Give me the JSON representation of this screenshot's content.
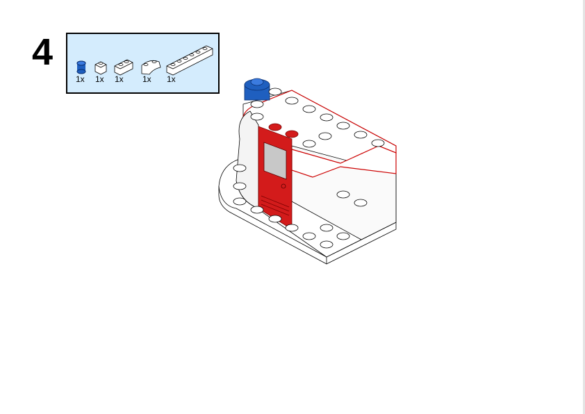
{
  "step": {
    "number": "4"
  },
  "parts_list": [
    {
      "name": "round-brick-1x1",
      "color": "#1f5fbf",
      "quantity": "1x"
    },
    {
      "name": "brick-1x1",
      "color": "#ffffff",
      "quantity": "1x"
    },
    {
      "name": "brick-1x2",
      "color": "#ffffff",
      "quantity": "1x"
    },
    {
      "name": "curved-brick",
      "color": "#ffffff",
      "quantity": "1x"
    },
    {
      "name": "brick-1x6",
      "color": "#ffffff",
      "quantity": "1x"
    }
  ],
  "colors": {
    "box_bg": "#d4ecfd",
    "highlight": "#cc0000",
    "door": "#d31b1b",
    "blue": "#1f5fbf"
  }
}
